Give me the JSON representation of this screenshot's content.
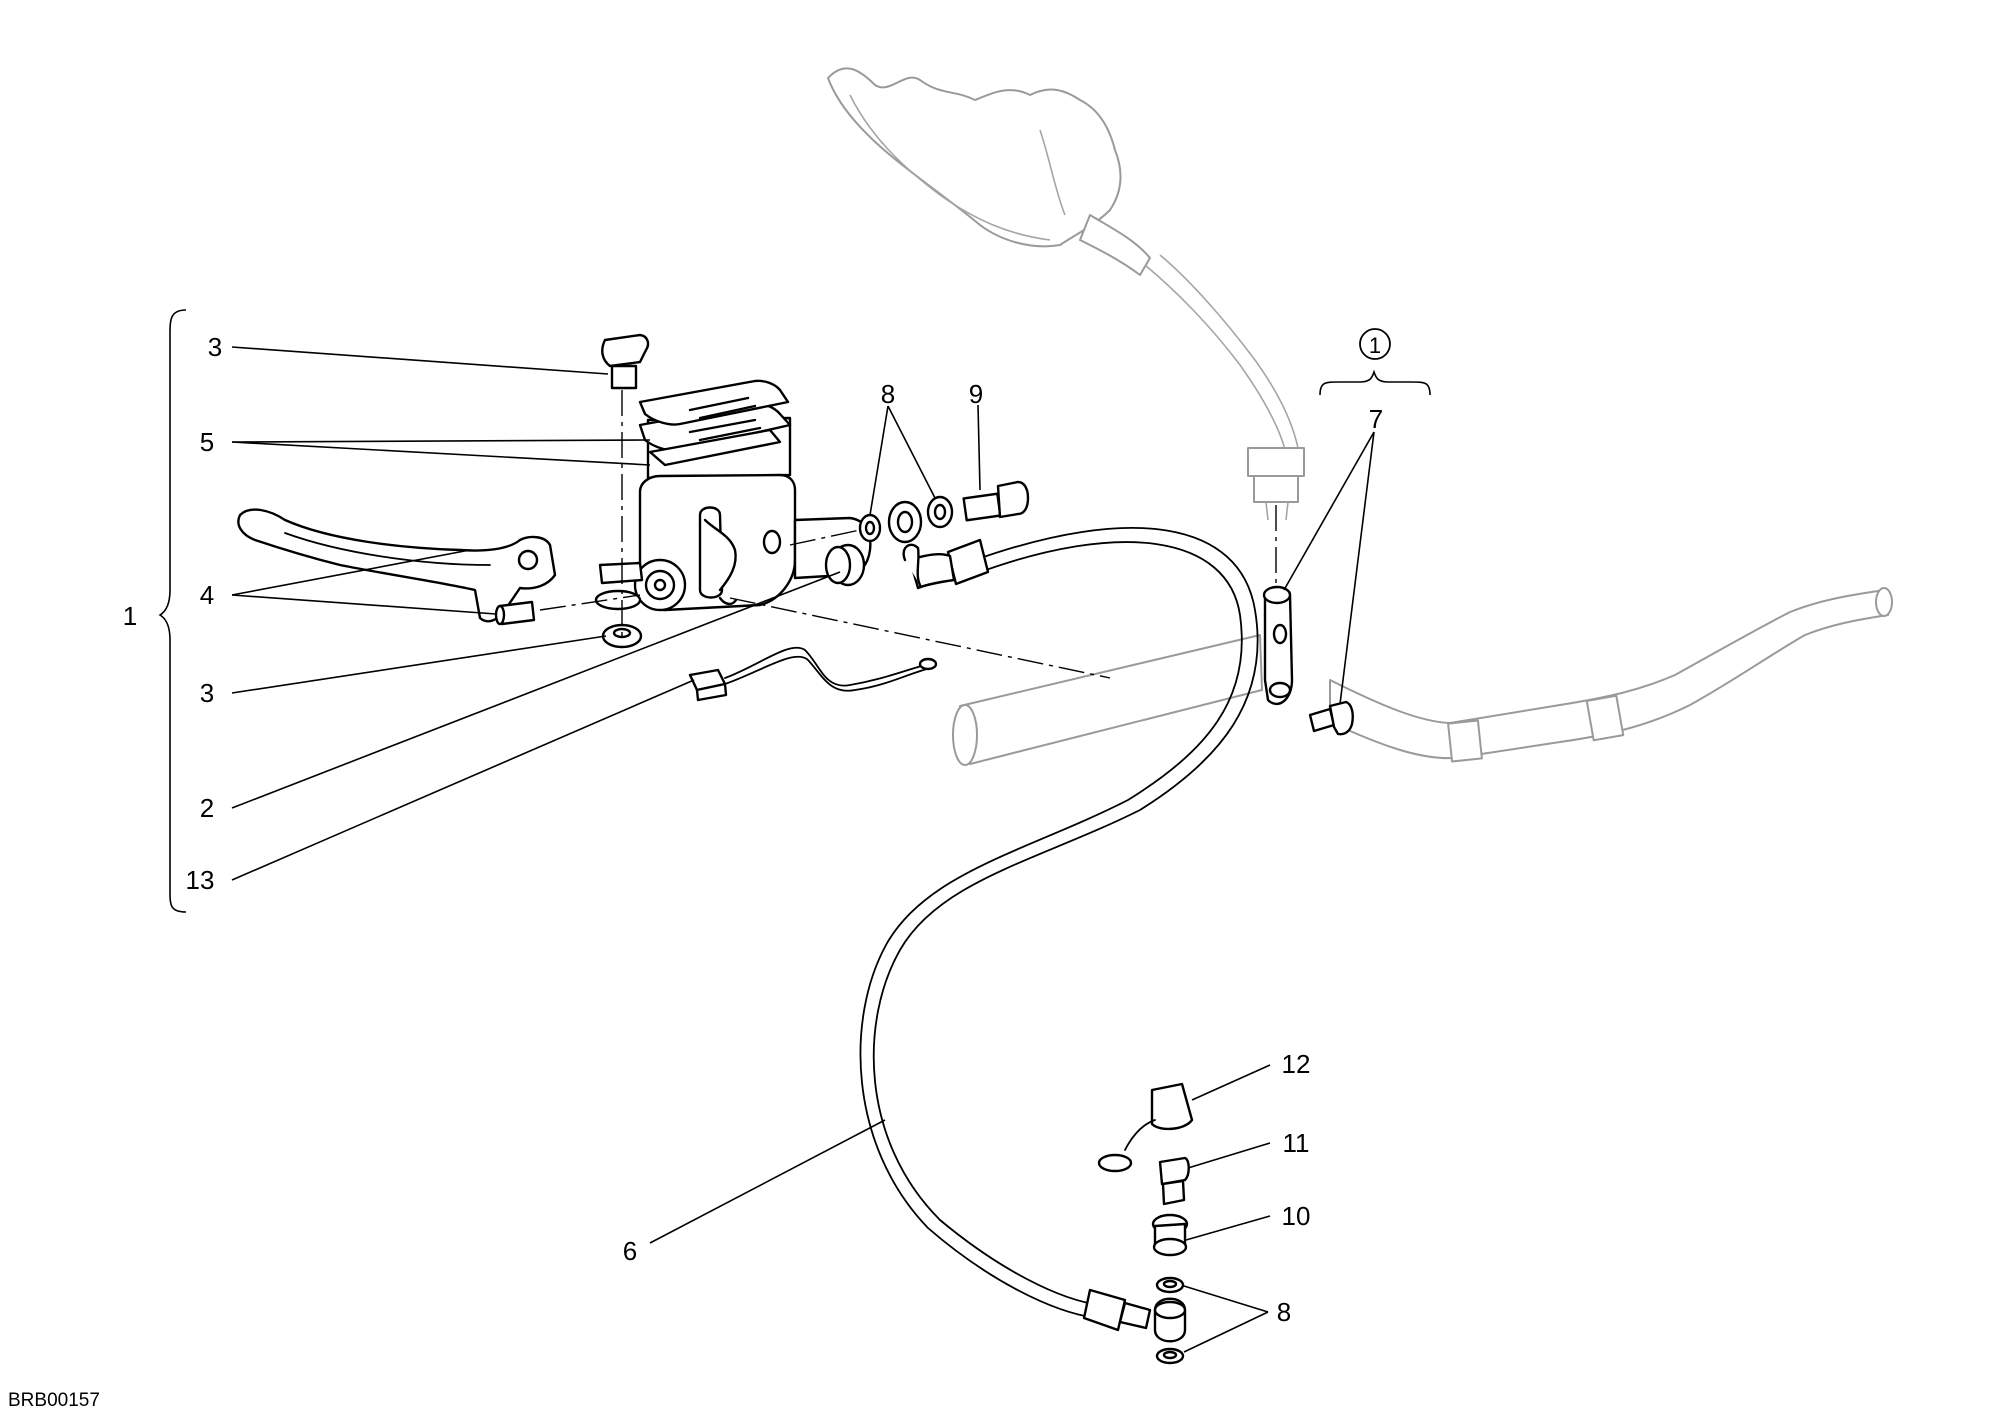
{
  "diagram": {
    "drawing_code": "BRB00157",
    "group_bracket_label": "1",
    "kit_marker_label": "1",
    "callouts": [
      {
        "id": "c3a",
        "label": "3"
      },
      {
        "id": "c5",
        "label": "5"
      },
      {
        "id": "c4",
        "label": "4"
      },
      {
        "id": "c1",
        "label": "1"
      },
      {
        "id": "c3b",
        "label": "3"
      },
      {
        "id": "c2",
        "label": "2"
      },
      {
        "id": "c13",
        "label": "13"
      },
      {
        "id": "c8a",
        "label": "8"
      },
      {
        "id": "c9",
        "label": "9"
      },
      {
        "id": "c7",
        "label": "7"
      },
      {
        "id": "c12",
        "label": "12"
      },
      {
        "id": "c11",
        "label": "11"
      },
      {
        "id": "c10",
        "label": "10"
      },
      {
        "id": "c6",
        "label": "6"
      },
      {
        "id": "c8b",
        "label": "8"
      }
    ]
  }
}
